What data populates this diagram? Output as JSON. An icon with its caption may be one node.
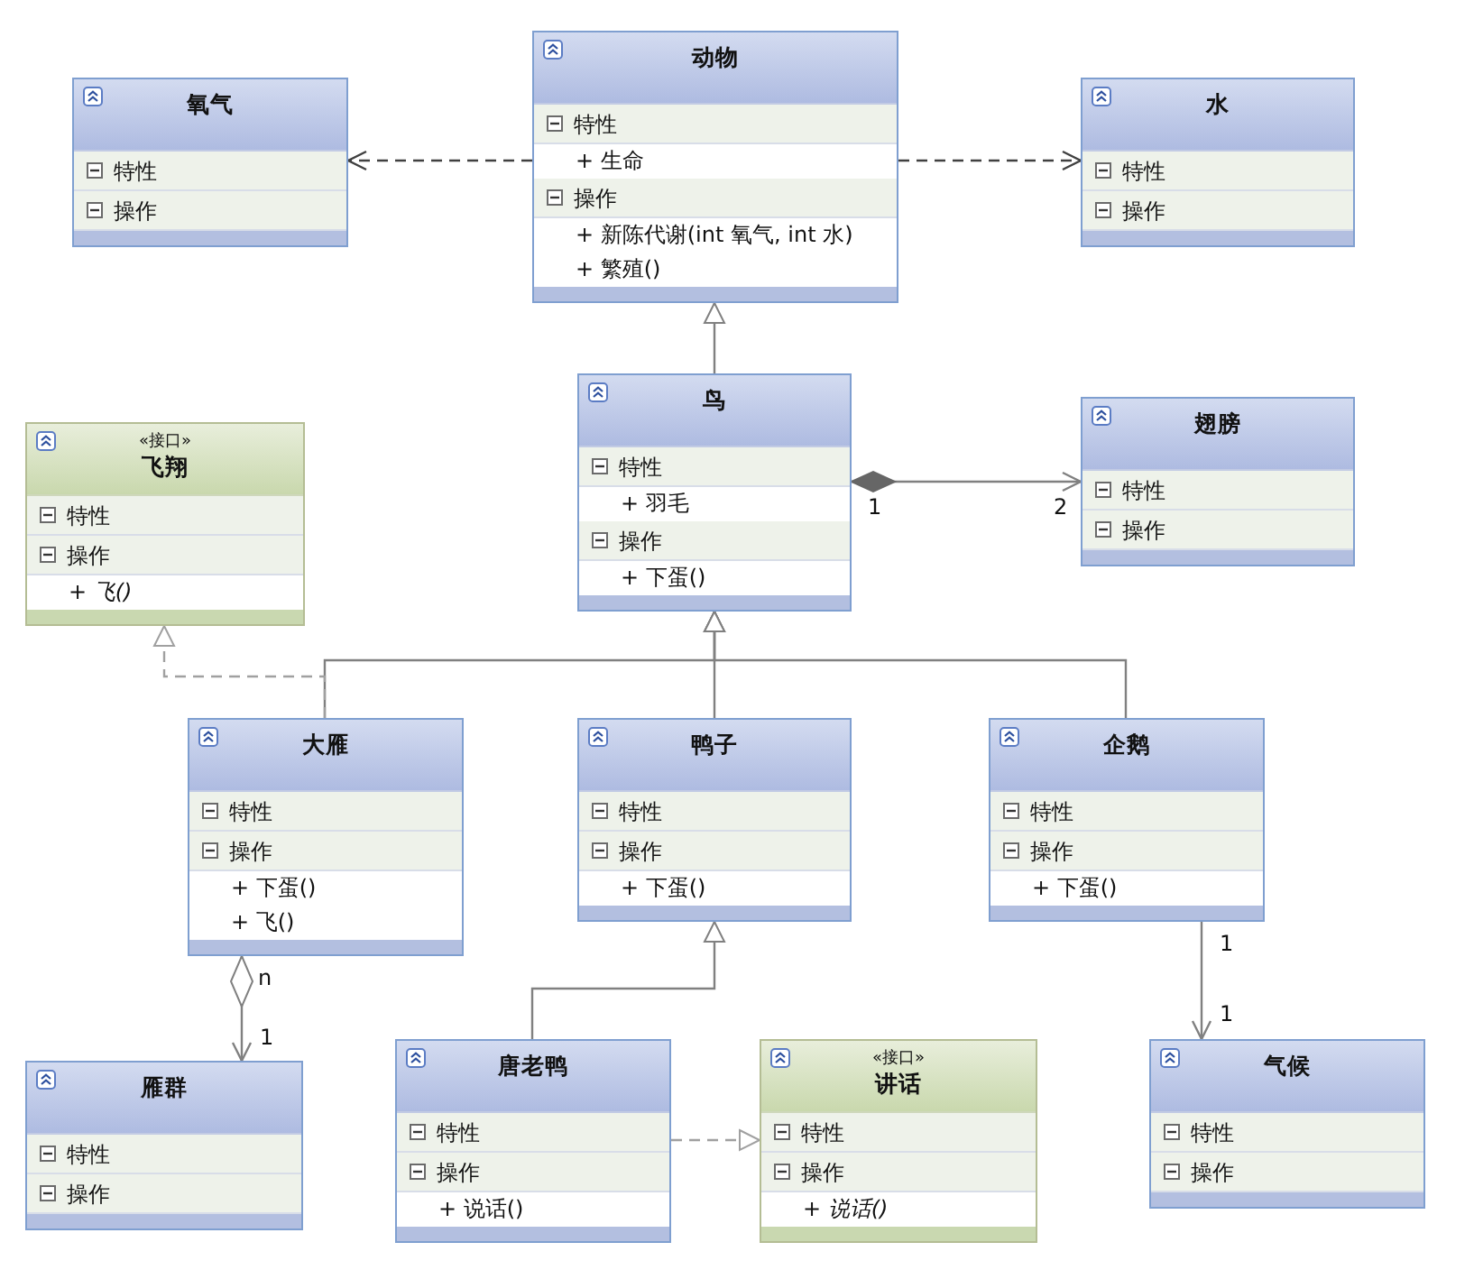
{
  "diagram": {
    "nodes": [
      {
        "text": [
          "动物",
          "特性",
          "+ 生命",
          "操作",
          "+ 新陈代谢(int 氧气, int 水)",
          "+ 繁殖()"
        ]
      },
      {
        "text": [
          "氧气",
          "特性",
          "操作"
        ]
      },
      {
        "text": [
          "水",
          "特性",
          "操作"
        ]
      },
      {
        "text": [
          "«接口»",
          "飞翔",
          "特性",
          "操作",
          "+ 飞()"
        ]
      },
      {
        "text": [
          "鸟",
          "特性",
          "+ 羽毛",
          "操作",
          "+ 下蛋()"
        ]
      },
      {
        "text": [
          "翅膀",
          "特性",
          "操作"
        ]
      },
      {
        "text": [
          "大雁",
          "特性",
          "操作",
          "+ 下蛋()",
          "+ 飞()"
        ]
      },
      {
        "text": [
          "鸭子",
          "特性",
          "操作",
          "+ 下蛋()"
        ]
      },
      {
        "text": [
          "企鹅",
          "特性",
          "操作",
          "+ 下蛋()"
        ]
      },
      {
        "text": [
          "雁群",
          "特性",
          "操作"
        ]
      },
      {
        "text": [
          "唐老鸭",
          "特性",
          "操作",
          "+ 说话()"
        ]
      },
      {
        "text": [
          "«接口»",
          "讲话",
          "特性",
          "操作",
          "+ 说话()"
        ]
      },
      {
        "text": [
          "气候",
          "特性",
          "操作"
        ]
      }
    ],
    "edges": [
      {
        "from": 0,
        "to": 1,
        "arrow": "to",
        "style": "dashed",
        "color": "#404040"
      },
      {
        "from": 0,
        "to": 2,
        "arrow": "to",
        "style": "dashed",
        "color": "#404040"
      },
      {
        "from": 4,
        "to": 0,
        "arrow": "to"
      },
      {
        "from": 4,
        "to": 5,
        "arrow": "to"
      },
      {
        "from": 6,
        "to": 4,
        "arrow": "to"
      },
      {
        "from": 7,
        "to": 4,
        "arrow": "to"
      },
      {
        "from": 8,
        "to": 4,
        "arrow": "to"
      },
      {
        "from": 6,
        "to": 3,
        "arrow": "to",
        "style": "dashed",
        "color": "#a0a0a0"
      },
      {
        "from": 6,
        "to": 9,
        "arrow": "to"
      },
      {
        "from": 10,
        "to": 7,
        "arrow": "to"
      },
      {
        "from": 10,
        "to": 11,
        "arrow": "to",
        "style": "dashed",
        "color": "#a0a0a0"
      },
      {
        "from": 8,
        "to": 12,
        "arrow": "to"
      }
    ],
    "labels": [
      "1",
      "2",
      "n",
      "1",
      "1",
      "1"
    ]
  }
}
